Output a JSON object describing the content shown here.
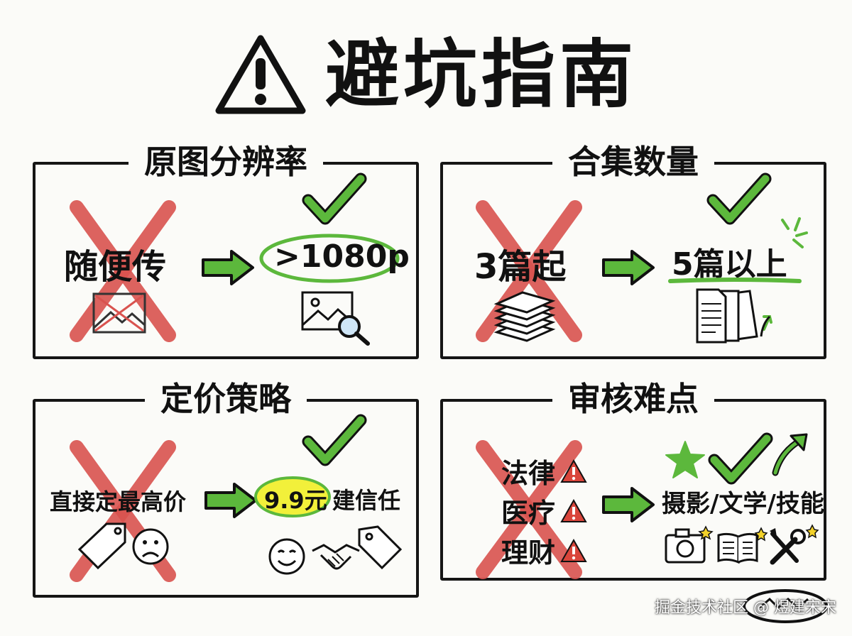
{
  "title": "避坑指南",
  "panels": [
    {
      "heading": "原图分辨率",
      "bad": "随便传",
      "good": ">1080p"
    },
    {
      "heading": "合集数量",
      "bad": "3篇起",
      "good": "5篇以上"
    },
    {
      "heading": "定价策略",
      "bad": "直接定最高价",
      "good_highlight": "9.9元",
      "good_rest": "建信任"
    },
    {
      "heading": "审核难点",
      "bad_items": [
        "法律",
        "医疗",
        "理财"
      ],
      "good": "摄影/文学/技能"
    }
  ],
  "watermark": "掘金技术社区 @ 煜建宋宋",
  "colors": {
    "red_cross": "#d9534f",
    "green": "#5cb83c",
    "highlight": "#f2f03a",
    "warning_red": "#d9453b"
  }
}
